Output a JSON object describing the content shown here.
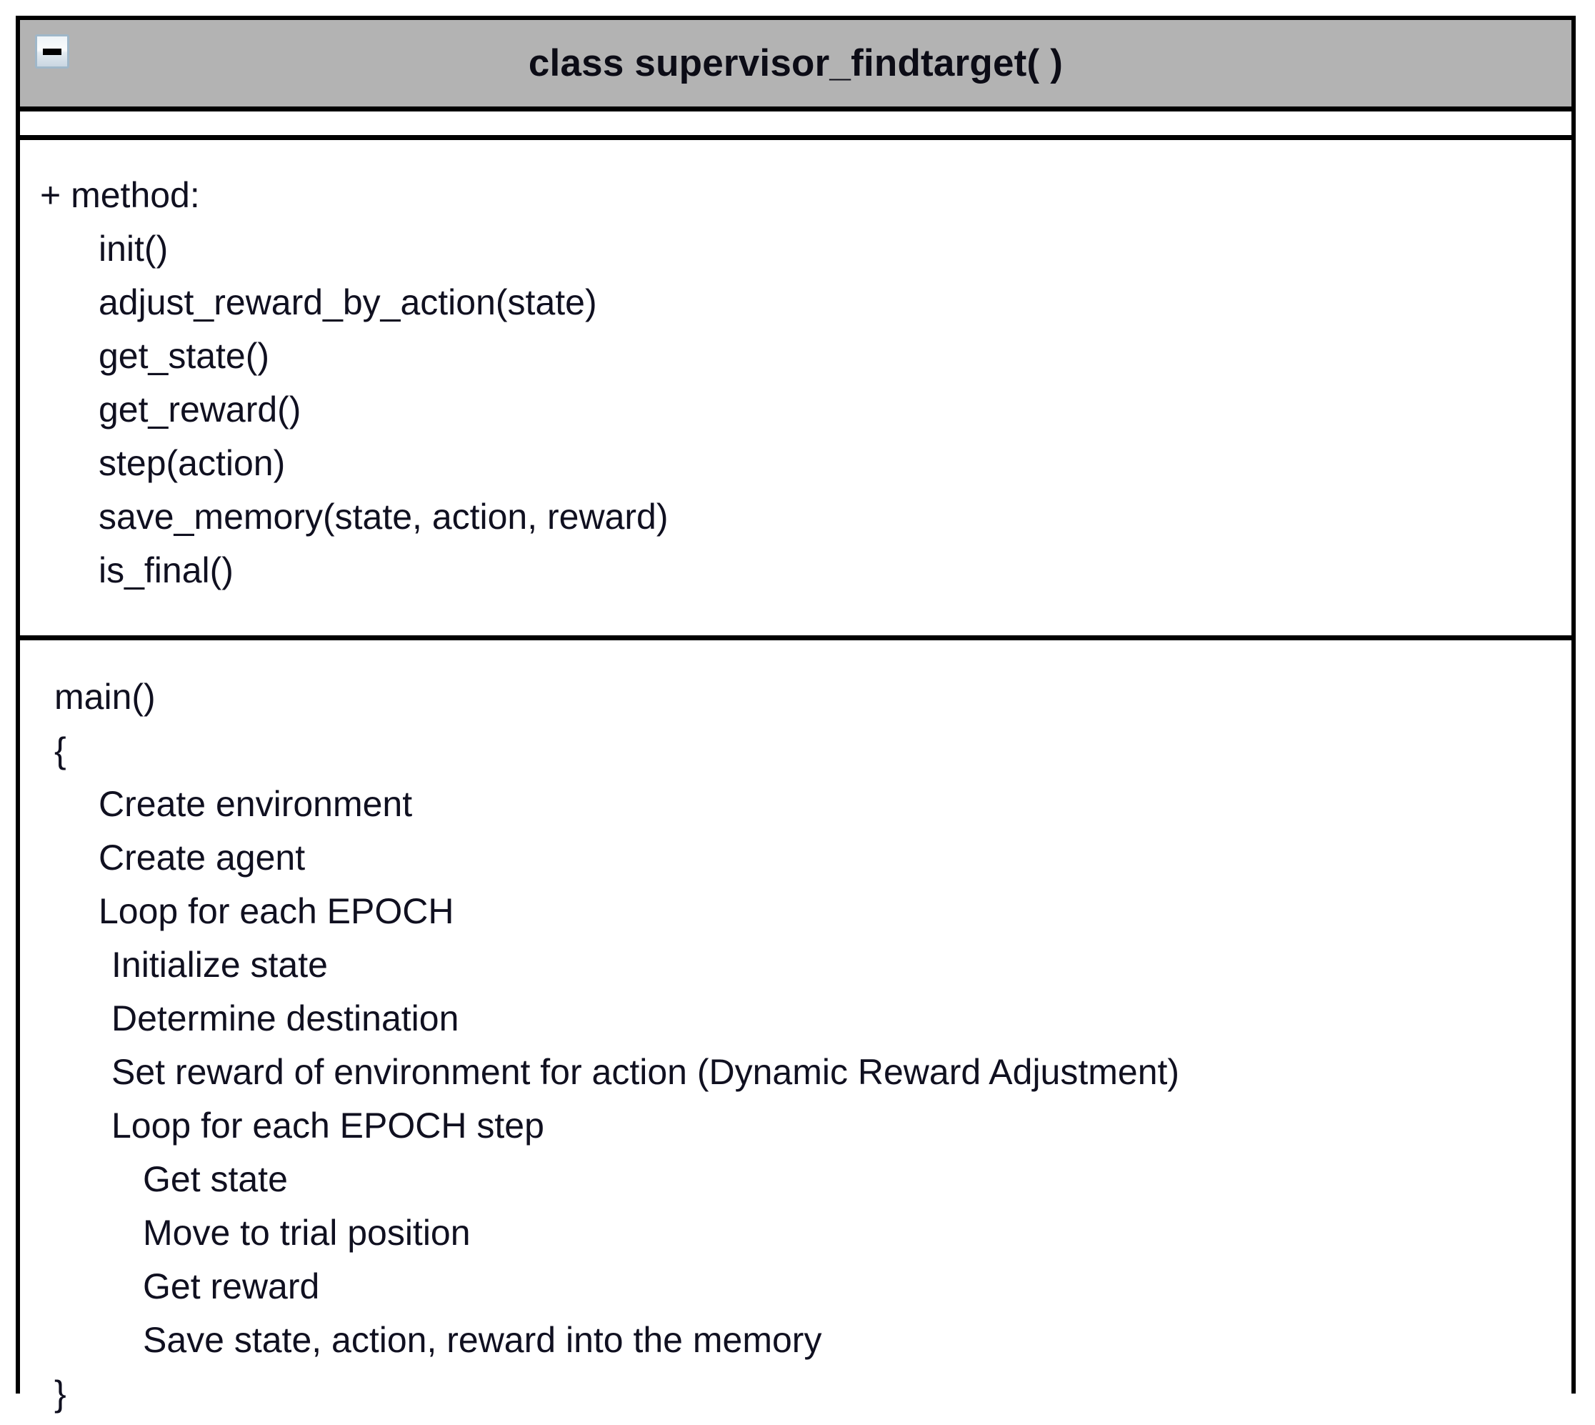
{
  "header": {
    "title": "class supervisor_findtarget( )",
    "collapse_icon": "minus-icon",
    "background_color": "#b3b3b3"
  },
  "methods_section": {
    "label": "+ method:",
    "items": [
      "init()",
      "adjust_reward_by_action(state)",
      "get_state()",
      "get_reward()",
      "step(action)",
      "save_memory(state, action, reward)",
      "is_final()"
    ]
  },
  "main_section": {
    "signature": "main()",
    "open_brace": "{",
    "close_brace": "}",
    "body": [
      {
        "text": "Create environment",
        "indent": 2
      },
      {
        "text": "Create agent",
        "indent": 2
      },
      {
        "text": "Loop for each EPOCH",
        "indent": 2
      },
      {
        "text": "Initialize state",
        "indent": 3
      },
      {
        "text": "Determine destination",
        "indent": 3
      },
      {
        "text": "Set reward of environment for action (Dynamic Reward Adjustment)",
        "indent": 3
      },
      {
        "text": "Loop for each EPOCH step",
        "indent": 3
      },
      {
        "text": "Get state",
        "indent": 4
      },
      {
        "text": "Move to trial position",
        "indent": 4
      },
      {
        "text": "Get reward",
        "indent": 4
      },
      {
        "text": "Save state, action, reward into the memory",
        "indent": 4
      }
    ]
  },
  "colors": {
    "text": "#101020",
    "border": "#000000",
    "header_bg": "#b3b3b3",
    "body_bg": "#ffffff",
    "button_border": "#9fb7c9"
  }
}
